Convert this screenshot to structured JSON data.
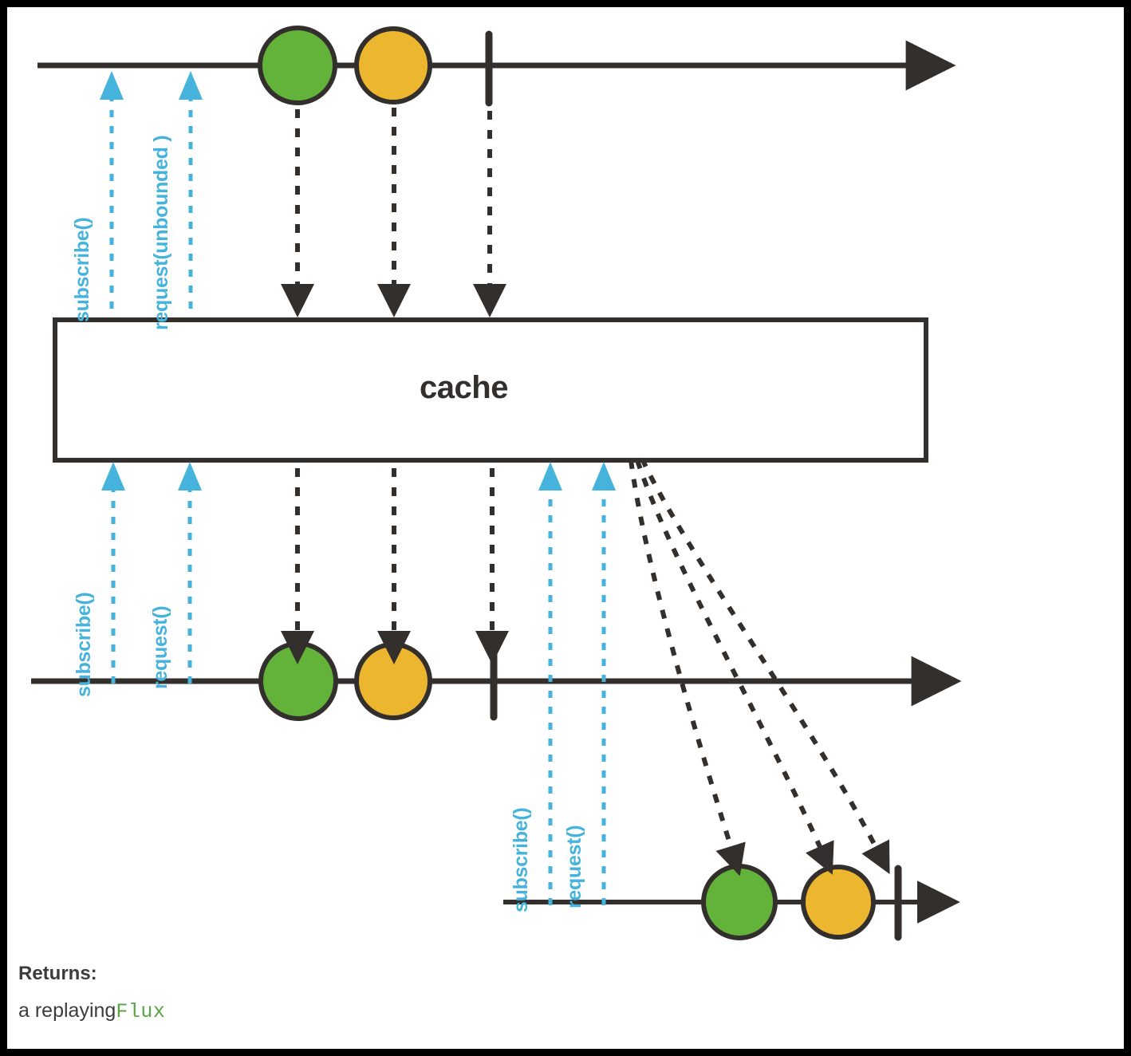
{
  "diagram": {
    "title": "cache",
    "type": "reactive-streams-marble-diagram",
    "colors": {
      "stroke": "#332f2c",
      "blue": "#45b3dc",
      "green": "#63b33b",
      "yellow": "#ecb72e",
      "border": "#000000",
      "background": "#ffffff",
      "code_green": "#5aa545",
      "text": "#3c3c3c"
    },
    "operator_box": {
      "label": "cache"
    },
    "source_stream": {
      "name": "source-timeline",
      "signals": [
        {
          "kind": "subscribe",
          "label": "subscribe()",
          "bold_part": ""
        },
        {
          "kind": "request",
          "label_prefix": "request(",
          "bold_part": "unbounded",
          "label_suffix": " )"
        }
      ],
      "events": [
        {
          "kind": "item",
          "color": "#63b33b"
        },
        {
          "kind": "item",
          "color": "#ecb72e"
        },
        {
          "kind": "complete"
        }
      ]
    },
    "first_subscriber_stream": {
      "name": "first-subscriber-timeline",
      "signals": [
        {
          "kind": "subscribe",
          "label": "subscribe()"
        },
        {
          "kind": "request",
          "label": "request()"
        }
      ],
      "events": [
        {
          "kind": "item",
          "color": "#63b33b"
        },
        {
          "kind": "item",
          "color": "#ecb72e"
        },
        {
          "kind": "complete"
        }
      ]
    },
    "second_subscriber_stream": {
      "name": "second-subscriber-timeline",
      "signals": [
        {
          "kind": "subscribe",
          "label": "subscribe()"
        },
        {
          "kind": "request",
          "label": "request()"
        }
      ],
      "events": [
        {
          "kind": "item",
          "color": "#63b33b"
        },
        {
          "kind": "item",
          "color": "#ecb72e"
        },
        {
          "kind": "complete"
        }
      ]
    }
  },
  "returns": {
    "title": "Returns:",
    "description_prefix": "a replaying ",
    "type_name": "Flux"
  }
}
